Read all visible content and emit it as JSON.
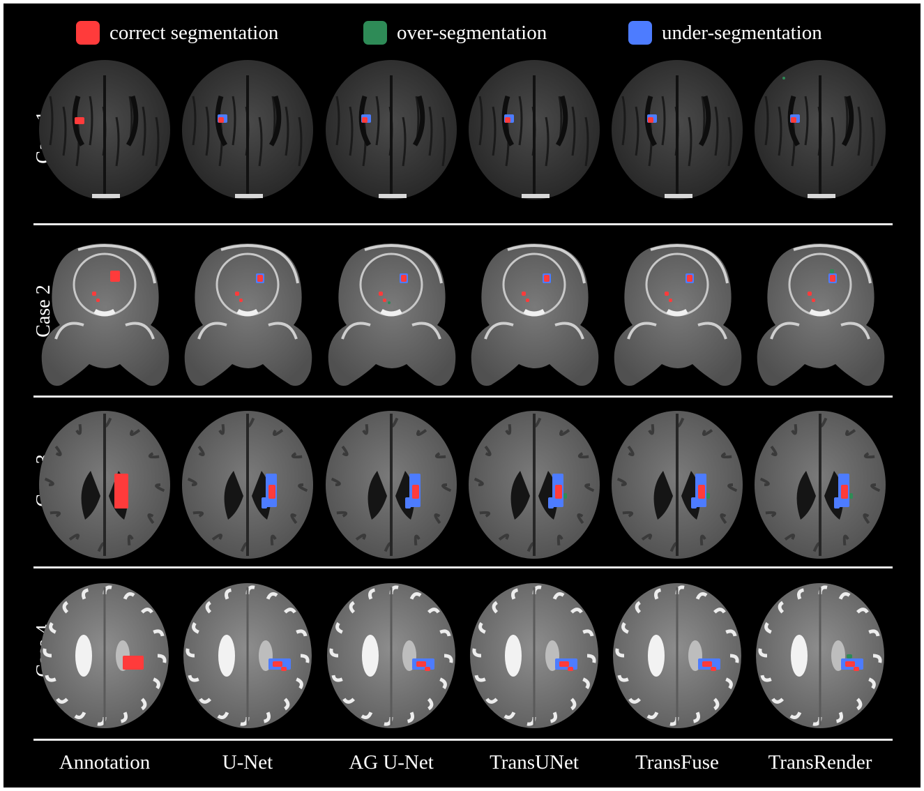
{
  "legend": [
    {
      "label": "correct segmentation",
      "color": "#ff3b3b"
    },
    {
      "label": "over-segmentation",
      "color": "#2e8b57"
    },
    {
      "label": "under-segmentation",
      "color": "#4d7cff"
    }
  ],
  "rows": [
    {
      "label": "Case 1"
    },
    {
      "label": "Case 2"
    },
    {
      "label": "Case 3"
    },
    {
      "label": "Case 4"
    }
  ],
  "columns": [
    {
      "label": "Annotation"
    },
    {
      "label": "U-Net"
    },
    {
      "label": "AG U-Net"
    },
    {
      "label": "TransUNet"
    },
    {
      "label": "TransFuse"
    },
    {
      "label": "TransRender"
    }
  ],
  "colors": {
    "background": "#000000",
    "separator": "#eaeaea",
    "correct": "#ff3b3b",
    "over": "#2e8b57",
    "under": "#4d7cff"
  }
}
